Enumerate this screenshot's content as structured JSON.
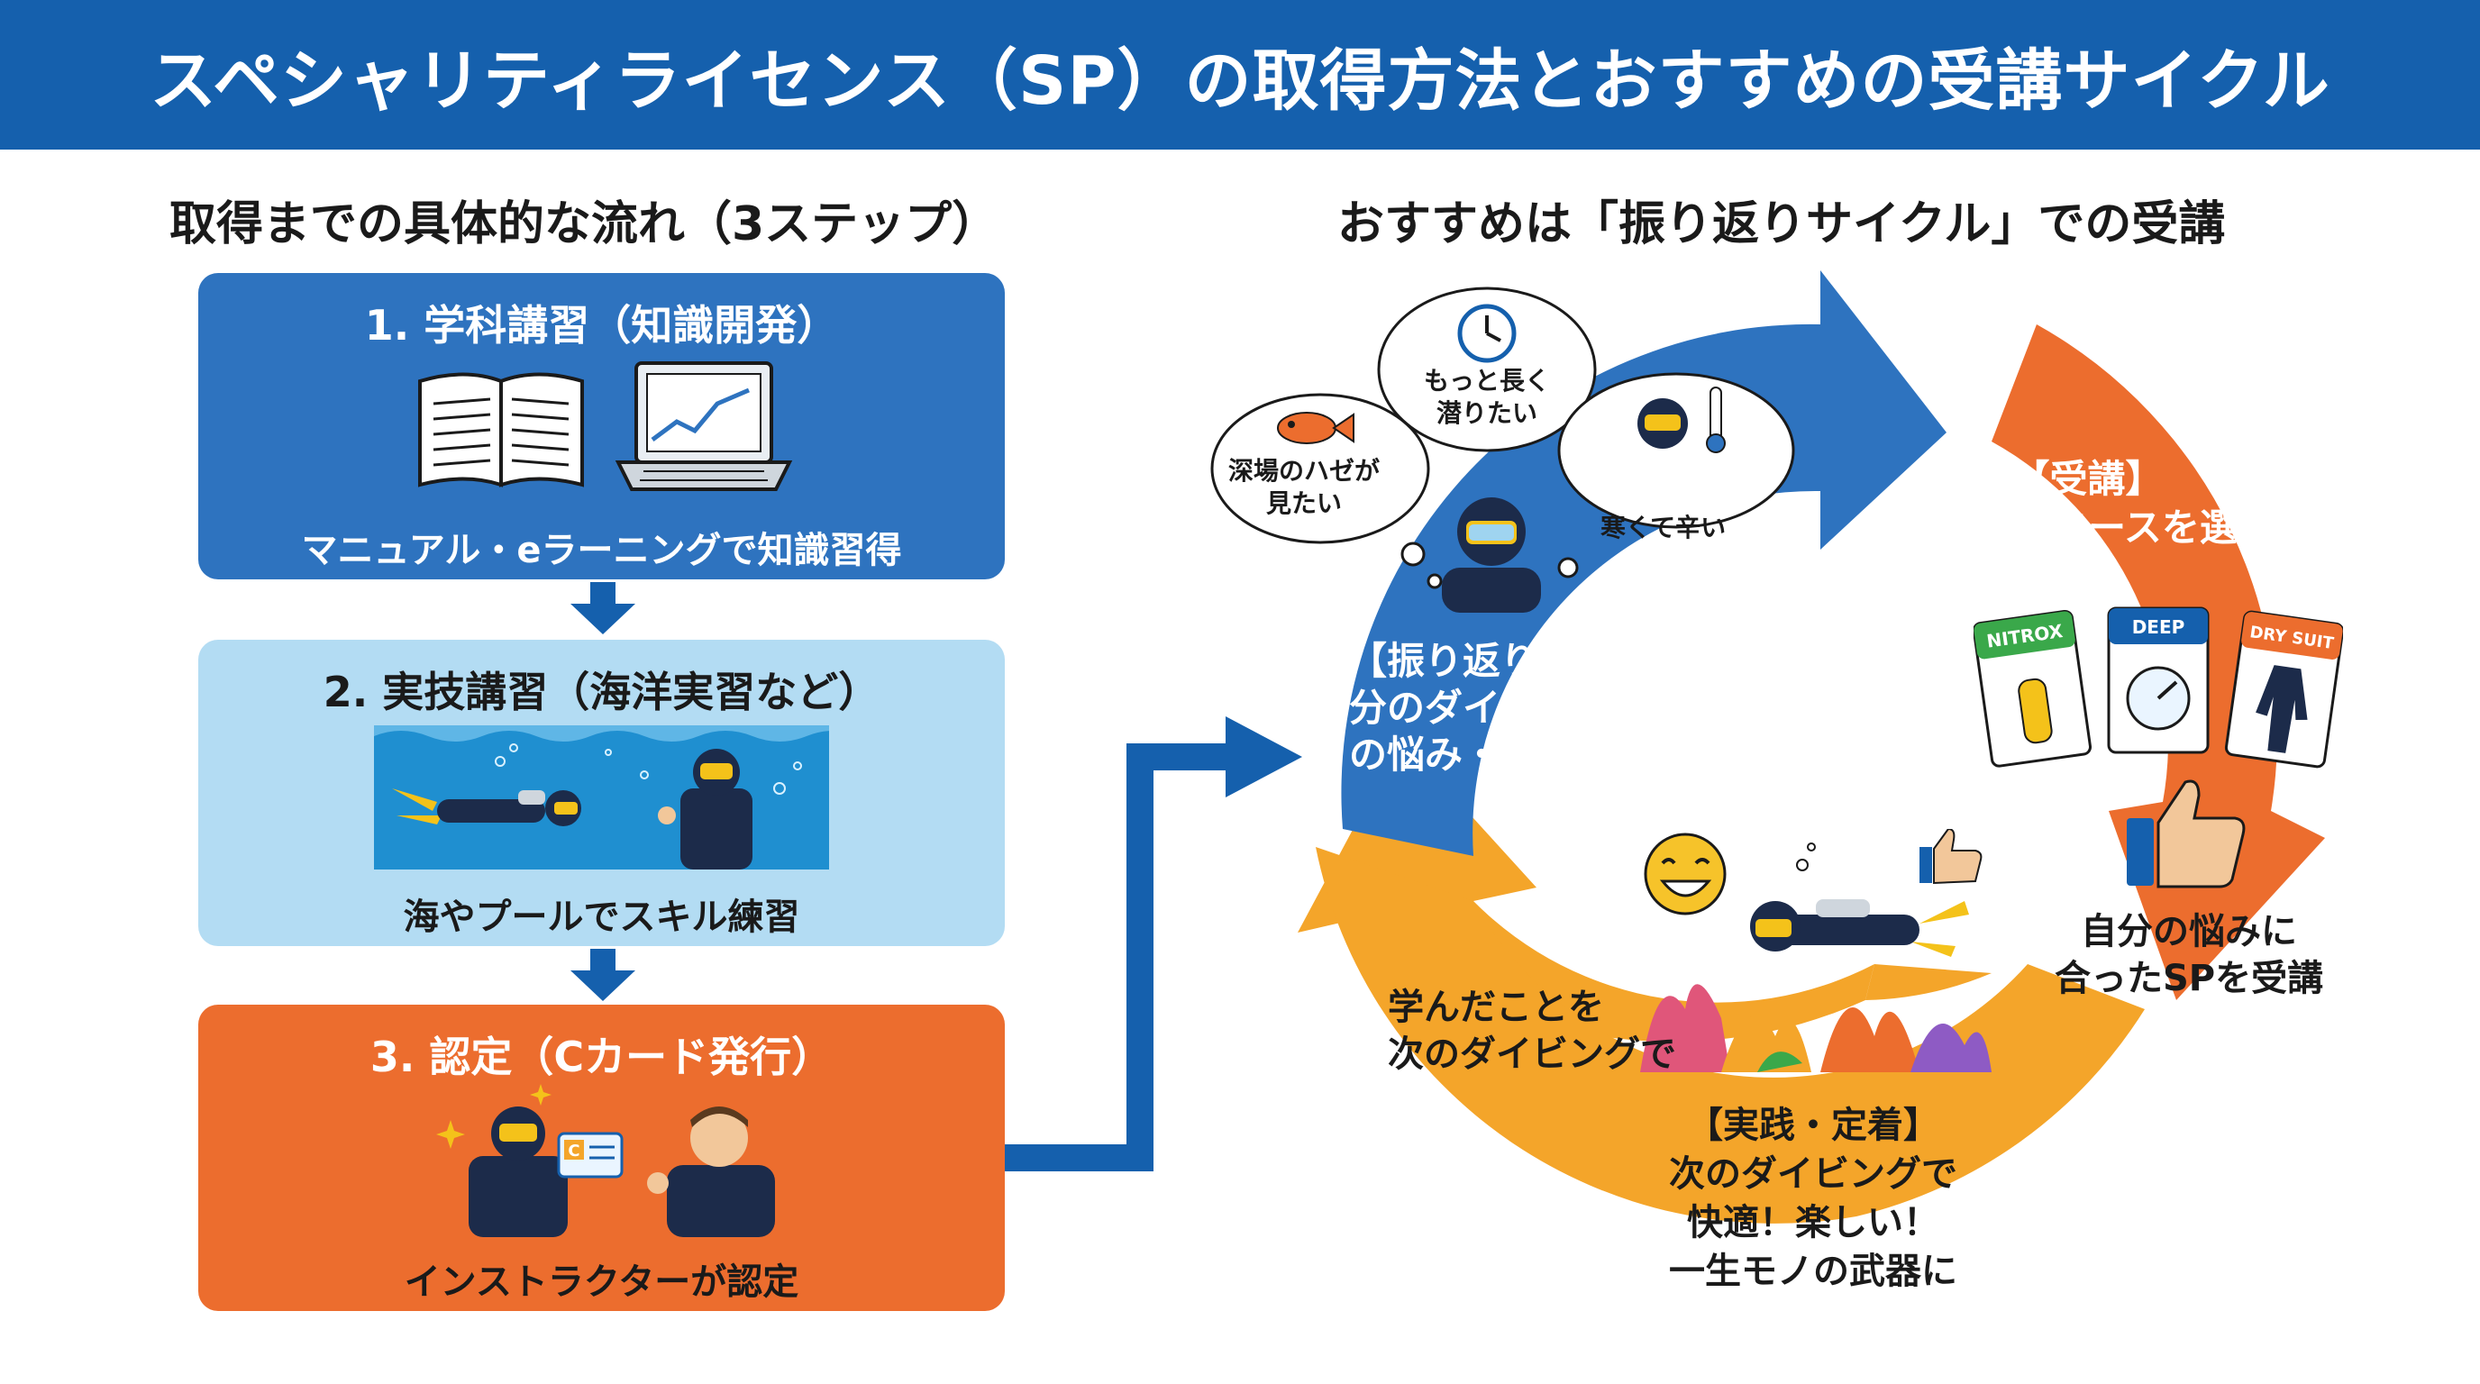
{
  "header": {
    "title": "スペシャリティライセンス（SP）の取得方法とおすすめの受講サイクル"
  },
  "left": {
    "section_title": "取得までの具体的な流れ（3ステップ）",
    "steps": [
      {
        "title": "1. 学科講習（知識開発）",
        "caption": "マニュアル・eラーニングで知識習得",
        "color": "#2e73bf"
      },
      {
        "title": "2. 実技講習（海洋実習など）",
        "caption": "海やプールでスキル練習",
        "color": "#b3dcf3"
      },
      {
        "title": "3. 認定（Cカード発行）",
        "caption": "インストラクターが認定",
        "color": "#ec6d2e"
      }
    ]
  },
  "right": {
    "section_title": "おすすめは「振り返りサイクル」での受講",
    "reflect": {
      "title": "【振り返り】",
      "line1": "自分のダイビング",
      "line2": "の悩み・願望"
    },
    "attend": {
      "title": "【受講】",
      "subtitle": "必要なSPコースを選択",
      "line1": "自分の悩みに",
      "line2": "合ったSPを受講"
    },
    "practice": {
      "title": "【実践・定着】",
      "line1": "次のダイビングで",
      "line2": "快適！楽しい！",
      "line3": "一生モノの武器に",
      "side1": "学んだことを",
      "side2": "次のダイビングで"
    },
    "bubbles": {
      "fish_line1": "深場のハゼが",
      "fish_line2": "見たい",
      "clock_line1": "もっと長く",
      "clock_line2": "潜りたい",
      "cold": "寒くて辛い"
    },
    "cards": {
      "nitrox": "NITROX",
      "deep": "DEEP",
      "drysuit": "DRY SUIT"
    },
    "id_card_letter": "C"
  },
  "colors": {
    "blue": "#1560ad",
    "mid_blue": "#2e73bf",
    "light_blue": "#b3dcf3",
    "orange": "#ec6d2e",
    "yellow": "#f4a52a"
  }
}
